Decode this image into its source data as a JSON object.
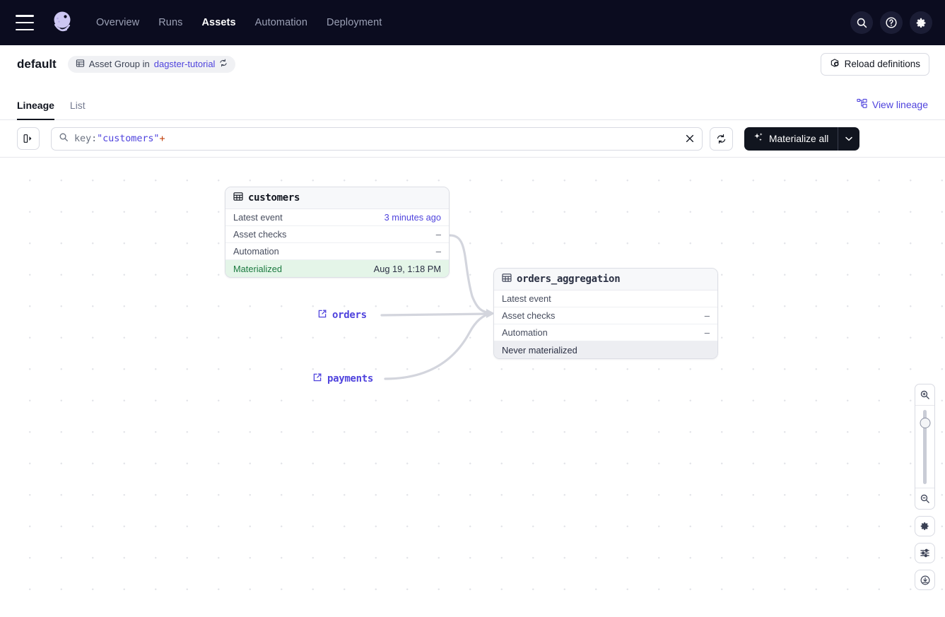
{
  "topnav": {
    "menu_icon": "hamburger-icon",
    "logo": "dagster-logo",
    "links": [
      {
        "label": "Overview",
        "active": false
      },
      {
        "label": "Runs",
        "active": false
      },
      {
        "label": "Assets",
        "active": true
      },
      {
        "label": "Automation",
        "active": false
      },
      {
        "label": "Deployment",
        "active": false
      }
    ],
    "actions": [
      "search-icon",
      "help-icon",
      "gear-icon"
    ]
  },
  "header": {
    "title": "default",
    "badge_prefix": "Asset Group in",
    "badge_link": "dagster-tutorial",
    "reload_label": "Reload definitions"
  },
  "tabs": {
    "items": [
      {
        "label": "Lineage",
        "active": true
      },
      {
        "label": "List",
        "active": false
      }
    ],
    "view_lineage_label": "View lineage"
  },
  "toolbar": {
    "search_tokens": {
      "key": "key:",
      "string": "\"customers\"",
      "operator": "+"
    },
    "search_full_value": "key:\"customers\"+",
    "materialize_label": "Materialize all"
  },
  "graph": {
    "row_labels": {
      "latest_event": "Latest event",
      "asset_checks": "Asset checks",
      "automation": "Automation"
    },
    "dash": "–",
    "nodes": [
      {
        "name": "customers",
        "latest_event": "3 minutes ago",
        "asset_checks": "–",
        "automation": "–",
        "status_label": "Materialized",
        "status_value": "Aug 19, 1:18 PM",
        "status_kind": "materialized"
      },
      {
        "name": "orders_aggregation",
        "latest_event": "",
        "asset_checks": "–",
        "automation": "–",
        "status_label": "Never materialized",
        "status_value": "",
        "status_kind": "never"
      }
    ],
    "external_assets": [
      {
        "name": "orders"
      },
      {
        "name": "payments"
      }
    ]
  },
  "zoom_controls": {
    "zoom_in": "zoom-in-icon",
    "zoom_out": "zoom-out-icon",
    "settings": "gear-icon",
    "filters": "sliders-icon",
    "fit": "target-icon"
  },
  "colors": {
    "nav_bg": "#0b0c1f",
    "accent": "#4f43dd",
    "materialized_bg": "#e4f5e8",
    "materialized_text": "#1b7a40",
    "never_bg": "#edeef2",
    "dark": "#11151f"
  }
}
